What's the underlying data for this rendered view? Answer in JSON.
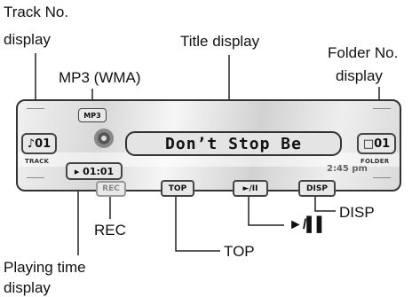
{
  "callouts": {
    "track_no": "Track  No.",
    "track_display": "display",
    "title_display": "Title display",
    "folder_no": "Folder No.",
    "folder_display": "display",
    "mp3": "MP3 (WMA)",
    "disp": "DISP",
    "play_pause": "►/▌▌",
    "rec": "REC",
    "top": "TOP",
    "playing_time": "Playing time",
    "playing_time_display": "display"
  },
  "panel": {
    "mp3_badge": "MP3",
    "track_value": "♪01",
    "track_caption": "TRACK",
    "title_text": "Don’t Stop Be",
    "folder_value": "□01",
    "folder_caption": "FOLDER",
    "play_time": "▸ 01:01",
    "clock": "2:45 pm",
    "rec_button": "REC",
    "top_button": "TOP",
    "play_button": "►/II",
    "disp_button": "DISP"
  }
}
